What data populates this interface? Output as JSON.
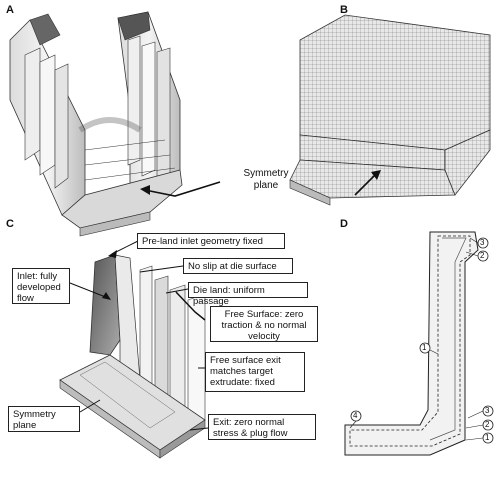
{
  "panels": {
    "a": {
      "letter": "A"
    },
    "b": {
      "letter": "B",
      "caption": "Symmetry\nplane"
    },
    "c": {
      "letter": "C",
      "callouts": [
        "Pre-land inlet geometry fixed",
        "No slip at die surface",
        "Die land: uniform passage",
        "Inlet: fully developed flow",
        "Free Surface: zero traction & no normal velocity",
        "Free surface exit matches target extrudate: fixed",
        "Symmetry plane",
        "Exit: zero normal stress & plug flow"
      ]
    },
    "d": {
      "letter": "D",
      "markers": [
        "3",
        "2",
        "1",
        "3",
        "2",
        "1",
        "4"
      ]
    }
  }
}
